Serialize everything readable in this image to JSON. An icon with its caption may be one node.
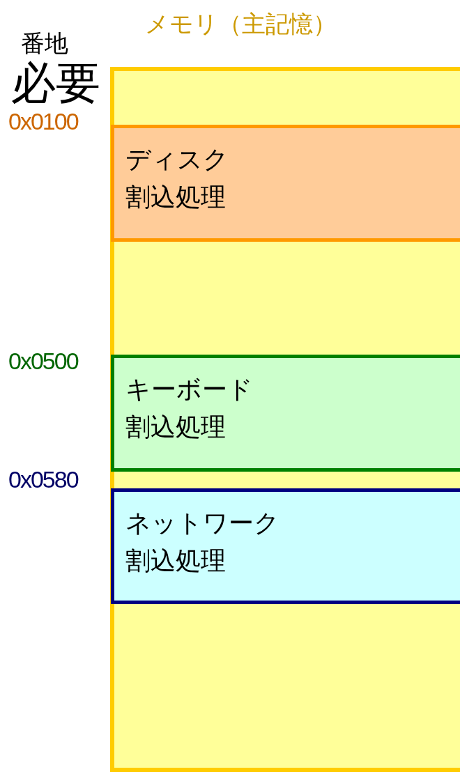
{
  "diagram": {
    "nodes": [
      {
        "text": [
          "メモリ（主記憶）"
        ]
      },
      {
        "text": [
          "ディスク",
          "割込処理"
        ],
        "in": 0
      },
      {
        "text": [
          "キーボード",
          "割込処理"
        ],
        "in": 0
      },
      {
        "text": [
          "ネットワーク",
          "割込処理"
        ],
        "in": 0
      }
    ],
    "labels": [
      "必要",
      "番地",
      "0x0100",
      "0x0500",
      "0x0580"
    ]
  }
}
